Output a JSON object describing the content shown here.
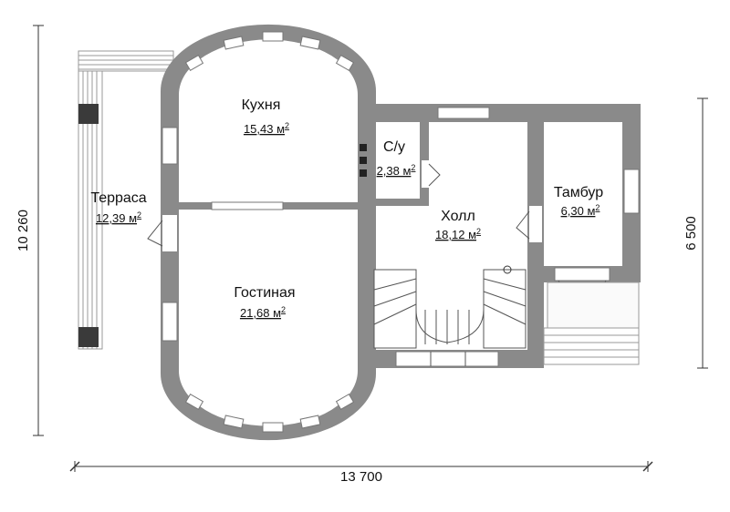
{
  "rooms": {
    "kitchen": {
      "name": "Кухня",
      "area": "15,43 м",
      "unit_sup": "2"
    },
    "bathroom": {
      "name": "С/у",
      "area": "2,38 м",
      "unit_sup": "2"
    },
    "hall": {
      "name": "Холл",
      "area": "18,12 м",
      "unit_sup": "2"
    },
    "vestibule": {
      "name": "Тамбур",
      "area": "6,30 м",
      "unit_sup": "2"
    },
    "terrace": {
      "name": "Терраса",
      "area": "12,39 м",
      "unit_sup": "2"
    },
    "living_room": {
      "name": "Гостиная",
      "area": "21,68 м",
      "unit_sup": "2"
    }
  },
  "dimensions": {
    "overall_width": "13 700",
    "overall_depth": "10 260",
    "right_depth": "6 500"
  },
  "colors": {
    "wall": "#8a8a8a",
    "wall_dark": "#3a3a3a",
    "background": "#ffffff"
  }
}
